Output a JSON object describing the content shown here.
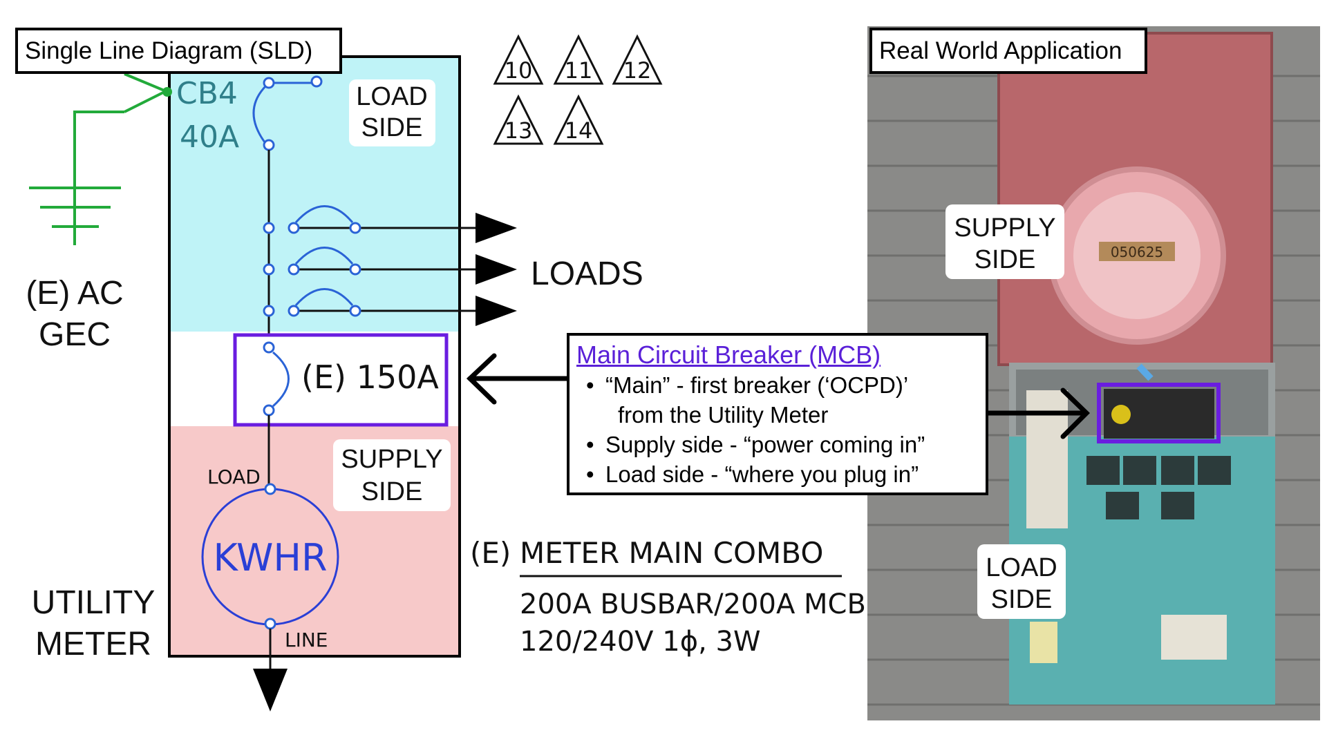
{
  "panels": {
    "sld_title": "Single Line Diagram (SLD)",
    "photo_title": "Real World Application"
  },
  "sld": {
    "ground_label_line1": "(E) AC",
    "ground_label_line2": "GEC",
    "breaker_cb4_name": "CB4",
    "breaker_cb4_rating": "40A",
    "load_side_line1": "LOAD",
    "load_side_line2": "SIDE",
    "loads_label": "LOADS",
    "main_breaker_label": "(E) 150A",
    "supply_side_line1": "SUPPLY",
    "supply_side_line2": "SIDE",
    "meter_load_terminal": "LOAD",
    "meter_line_terminal": "LINE",
    "meter_label": "KWHR",
    "utility_meter_line1": "UTILITY",
    "utility_meter_line2": "METER",
    "equipment_prefix": "(E)",
    "equipment_title": "METER MAIN COMBO",
    "equipment_spec_line1": "200A BUSBAR/200A MCB",
    "equipment_spec_line2": "120/240V 1ϕ, 3W",
    "note_tags": [
      "10",
      "11",
      "12",
      "13",
      "14"
    ]
  },
  "callout": {
    "title": "Main Circuit Breaker (MCB)",
    "bullet_glyph": "•",
    "bullet1_line1": "“Main” - first breaker (‘OCPD)’",
    "bullet1_line2": "from the Utility Meter",
    "bullet2": "Supply side - “power coming in”",
    "bullet3": "Load side - “where you plug in”"
  },
  "photo": {
    "supply_side_line1": "SUPPLY",
    "supply_side_line2": "SIDE",
    "load_side_line1": "LOAD",
    "load_side_line2": "SIDE",
    "meter_display": "050625"
  },
  "colors": {
    "load_zone": "#bff3f7",
    "supply_zone": "#f7c9c9",
    "breaker_blue": "#2a63d6",
    "ground_green": "#22aa3a",
    "mcb_highlight": "#6a1de0",
    "photo_supply_tint": "#b8676b",
    "photo_load_tint": "#4fb3b3"
  }
}
